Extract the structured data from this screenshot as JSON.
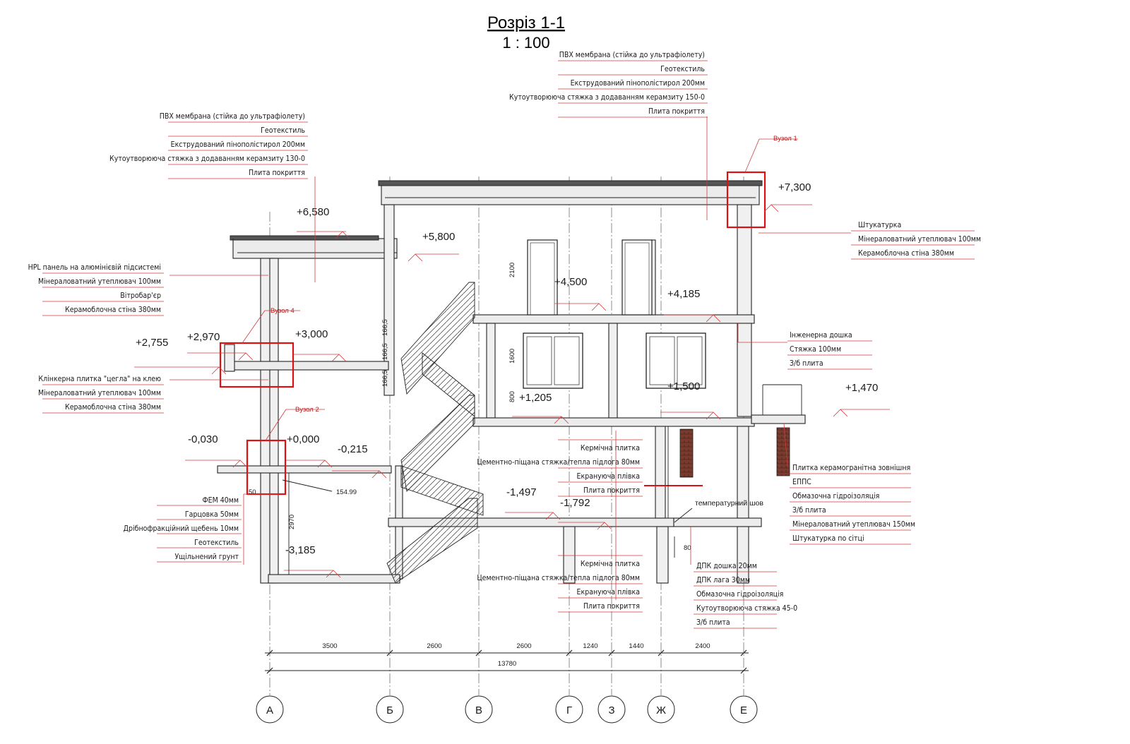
{
  "title": "Розріз 1-1",
  "scale": "1 : 100",
  "callouts_left": {
    "roof_low": [
      "ПВХ мембрана (стійка до ультрафіолету)",
      "Геотекстиль",
      "Екструдований пінополістирол 200мм",
      "Кутоутворююча стяжка з додаванням керамзиту 130-0",
      "Плита покриття"
    ],
    "wall_hpl": [
      "HPL панель на алюмінієвій підсистемі",
      "Мінераловатний утеплювач 100мм",
      "Вітробар'єр",
      "Керамоблочна стіна 380мм"
    ],
    "wall_clinker": [
      "Клінкерна плитка \"цегла\" на клею",
      "Мінераловатний утеплювач 100мм",
      "Керамоблочна стіна 380мм"
    ],
    "floor_ground": [
      "ФЕМ 40мм",
      "Гарцовка 50мм",
      "Дрібнофракційний щебень 10мм",
      "Геотекстиль",
      "Ущільнений грунт"
    ]
  },
  "callouts_right": {
    "roof_high": [
      "ПВХ мембрана (стійка до ультрафіолету)",
      "Геотекстиль",
      "Екструдований пінополістирол 200мм",
      "Кутоутворююча стяжка з додаванням керамзиту 150-0",
      "Плита покриття"
    ],
    "wall_plaster": [
      "Штукатурка",
      "Мінераловатний утеплювач 100мм",
      "Керамоблочна стіна 380мм"
    ],
    "floor_board": [
      "Інженерна дошка",
      "Стяжка 100мм",
      "З/б плита"
    ],
    "terrace_wall": [
      "Плитка керамогранітна зовнішня",
      "ЕППС",
      "Обмазочна гідроізоляція",
      "З/б плита",
      "Мінераловатний утеплювач 150мм",
      "Штукатурка по сітці"
    ],
    "deck": [
      "ДПК дошка 20мм",
      "ДПК лага 30мм",
      "Обмазочна гідроізоляція",
      "Кутоутворююча стяжка 45-0",
      "З/б плита"
    ]
  },
  "callouts_center": {
    "floor_upper": [
      "Кермічна плитка",
      "Цементно-піщана стяжка/тепла підлога 80мм",
      "Екрануюча плівка",
      "Плита покриття"
    ],
    "floor_lower": [
      "Кермічна плитка",
      "Цементно-піщана стяжка/тепла підлога 80мм",
      "Екрануюча плівка",
      "Плита покриття"
    ]
  },
  "levels": {
    "l7300": "+7,300",
    "l6580": "+6,580",
    "l5800": "+5,800",
    "l4500": "+4,500",
    "l4185": "+4,185",
    "l3000": "+3,000",
    "l2970": "+2,970",
    "l2755": "+2,755",
    "l1500": "+1,500",
    "l1470": "+1,470",
    "l1205": "+1,205",
    "l0000": "+0,000",
    "lm0030": "-0,030",
    "lm0215": "-0,215",
    "lm1497": "-1,497",
    "lm1792": "-1,792",
    "lm3185": "-3,185"
  },
  "nodes": {
    "n1": "Вузол 1",
    "n2": "Вузол 2",
    "n4": "Вузол 4"
  },
  "notes": {
    "joint": "температурний шов"
  },
  "dims": {
    "d2100": "2100",
    "d1600": "1600",
    "d800": "800",
    "d1665a": "166,5",
    "d1665b": "166,5",
    "d1665c": "166,5",
    "d2970": "2970",
    "d50": "50",
    "d15499": "154.99",
    "d80": "80"
  },
  "spans": [
    "3500",
    "2600",
    "2600",
    "1240",
    "1440",
    "2400"
  ],
  "total_span": "13780",
  "axes": [
    "А",
    "Б",
    "В",
    "Г",
    "З",
    "Ж",
    "Е"
  ]
}
